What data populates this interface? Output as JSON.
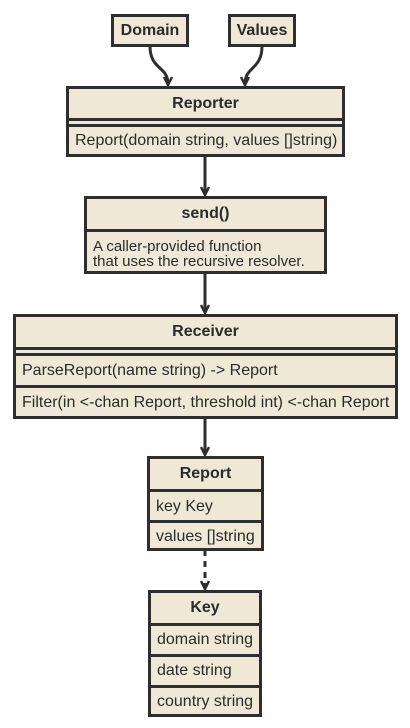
{
  "diagram": {
    "inputs": {
      "domain": "Domain",
      "values": "Values"
    },
    "reporter": {
      "title": "Reporter",
      "method": "Report(domain string, values []string)"
    },
    "send": {
      "title": "send()",
      "description": "A caller-provided function\nthat uses the recursive resolver."
    },
    "receiver": {
      "title": "Receiver",
      "methods": [
        "ParseReport(name string) -> Report",
        "Filter(in <-chan Report, threshold int) <-chan Report"
      ]
    },
    "report": {
      "title": "Report",
      "fields": [
        "key Key",
        "values []string"
      ]
    },
    "key": {
      "title": "Key",
      "fields": [
        "domain string",
        "date string",
        "country string"
      ]
    }
  },
  "colors": {
    "box_fill": "#efe8d6",
    "stroke": "#2e2e2e"
  }
}
